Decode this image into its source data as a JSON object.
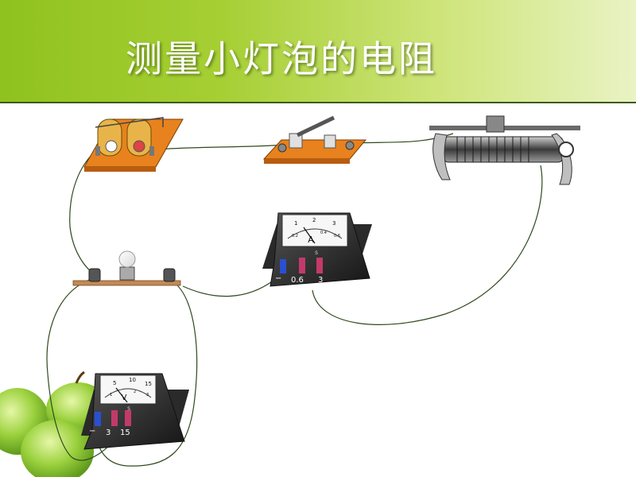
{
  "slide": {
    "title": "测量小灯泡的电阻"
  },
  "ammeter": {
    "unit": "A",
    "scale_top": [
      "1",
      "2",
      "3"
    ],
    "scale_bottom": [
      "0.2",
      "0.4",
      "0.6"
    ],
    "mark": "S",
    "terminals": [
      "−",
      "0.6",
      "3"
    ]
  },
  "voltmeter": {
    "unit": "V",
    "scale_top": [
      "5",
      "10",
      "15"
    ],
    "scale_bottom": [
      "1",
      "2",
      "3"
    ],
    "mark": "S",
    "terminals": [
      "−",
      "3",
      "15"
    ]
  },
  "colors": {
    "header_start": "#8fc21e",
    "header_end": "#e9f3c4",
    "wood": "#e8821e",
    "wire": "#2f4a1f",
    "apple": "#8cc63f"
  }
}
